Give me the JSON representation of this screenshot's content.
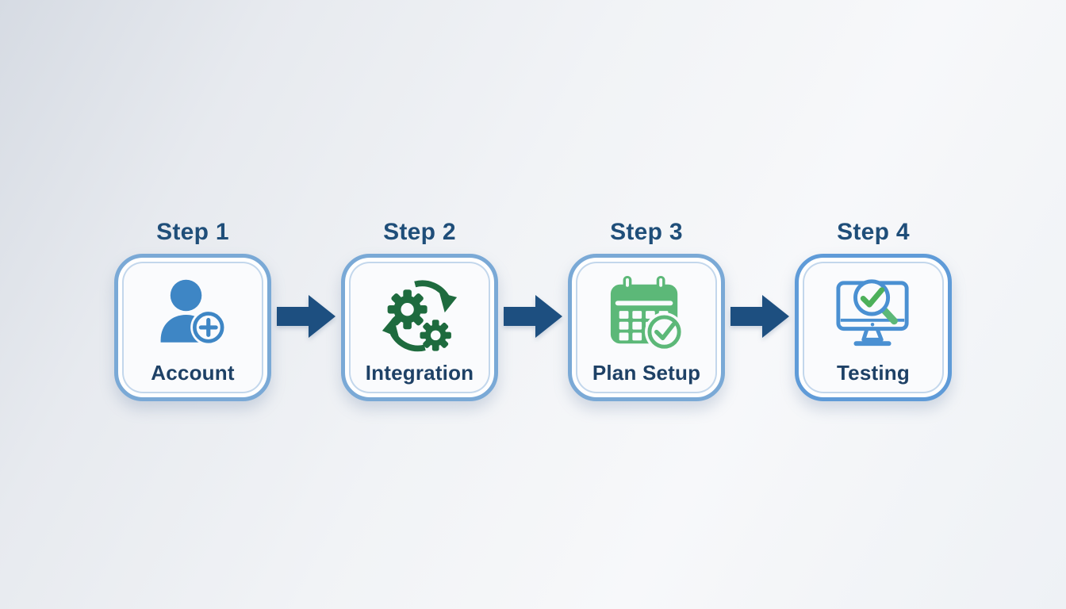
{
  "diagram": {
    "type": "process-flow",
    "steps": [
      {
        "title": "Step 1",
        "label": "Account",
        "icon": "user-add-icon"
      },
      {
        "title": "Step 2",
        "label": "Integration",
        "icon": "gears-sync-icon"
      },
      {
        "title": "Step 3",
        "label": "Plan Setup",
        "icon": "calendar-check-icon"
      },
      {
        "title": "Step 4",
        "label": "Testing",
        "icon": "monitor-search-check-icon"
      }
    ],
    "colors": {
      "step_title": "#1f4e79",
      "step_label": "#1e4166",
      "box_border": "#7aa9d6",
      "box_border_step4": "#5f9bd8",
      "box_fill": "#fafbfd",
      "arrow": "#1d4f80",
      "user_icon_blue": "#3e86c5",
      "gears_dark_green": "#1e6b3e",
      "calendar_green": "#5cb878",
      "monitor_blue": "#4a90d2",
      "check_green": "#4db05a",
      "background": "#eef1f5"
    }
  }
}
